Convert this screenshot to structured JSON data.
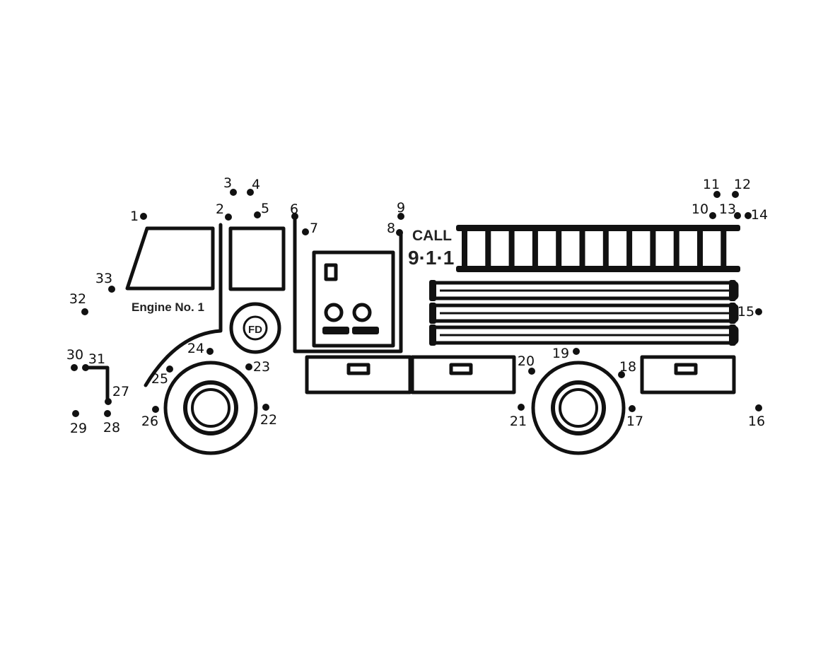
{
  "engine_label": "Engine No. 1",
  "call_text": "CALL",
  "number_text": "9·1·1",
  "badge_text": "FD",
  "points": [
    {
      "n": "1"
    },
    {
      "n": "2"
    },
    {
      "n": "3"
    },
    {
      "n": "4"
    },
    {
      "n": "5"
    },
    {
      "n": "6"
    },
    {
      "n": "7"
    },
    {
      "n": "8"
    },
    {
      "n": "9"
    },
    {
      "n": "10"
    },
    {
      "n": "11"
    },
    {
      "n": "12"
    },
    {
      "n": "13"
    },
    {
      "n": "14"
    },
    {
      "n": "15"
    },
    {
      "n": "16"
    },
    {
      "n": "17"
    },
    {
      "n": "18"
    },
    {
      "n": "19"
    },
    {
      "n": "20"
    },
    {
      "n": "21"
    },
    {
      "n": "22"
    },
    {
      "n": "23"
    },
    {
      "n": "24"
    },
    {
      "n": "25"
    },
    {
      "n": "26"
    },
    {
      "n": "27"
    },
    {
      "n": "28"
    },
    {
      "n": "29"
    },
    {
      "n": "30"
    },
    {
      "n": "31"
    },
    {
      "n": "32"
    },
    {
      "n": "33"
    }
  ],
  "colors": {
    "ink": "#111111",
    "paper": "#ffffff"
  }
}
